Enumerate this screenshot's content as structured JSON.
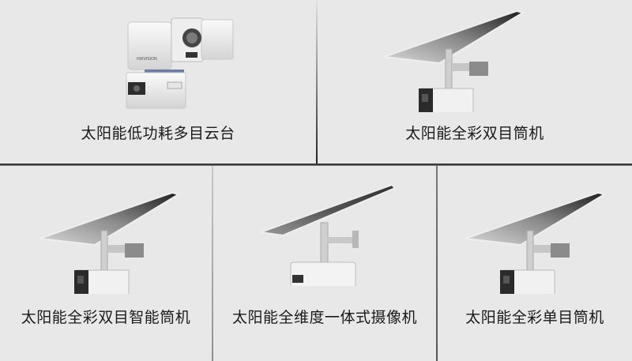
{
  "products": [
    {
      "id": "ptz",
      "label": "太阳能低功耗多目云台",
      "image": "solar-ptz-camera-icon"
    },
    {
      "id": "dual-bullet",
      "label": "太阳能全彩双目筒机",
      "image": "solar-bullet-camera-icon"
    },
    {
      "id": "dual-smart-bullet",
      "label": "太阳能全彩双目智能筒机",
      "image": "solar-bullet-camera-icon"
    },
    {
      "id": "panoramic",
      "label": "太阳能全维度一体式摄像机",
      "image": "solar-panoramic-camera-icon"
    },
    {
      "id": "single-bullet",
      "label": "太阳能全彩单目筒机",
      "image": "solar-bullet-camera-icon"
    }
  ],
  "colors": {
    "background": "#e8e8e8",
    "divider": "#3a3a3a",
    "text": "#1a1a1a"
  }
}
